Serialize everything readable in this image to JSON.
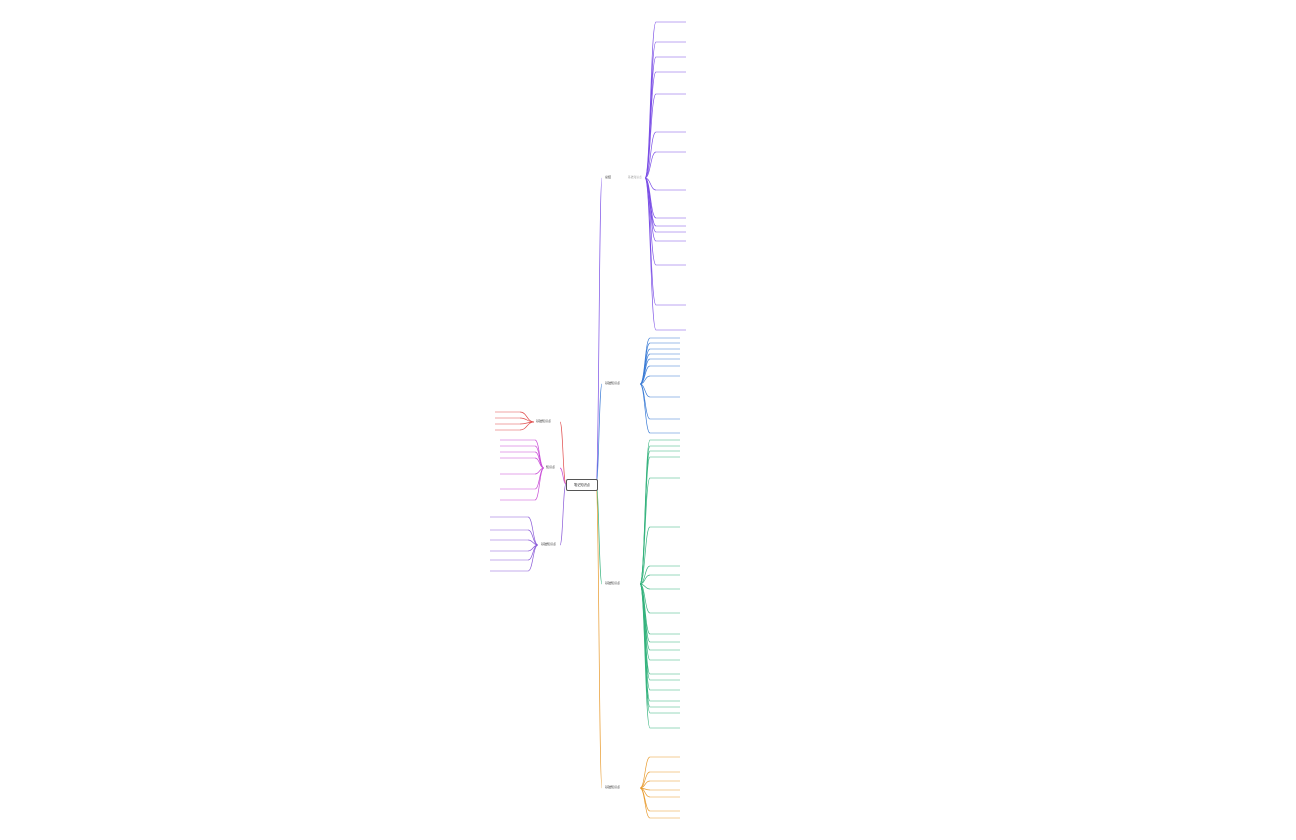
{
  "root_label": "笔记知识点",
  "colors": {
    "purple": "#7b4fe6",
    "blue": "#3a7bd5",
    "green": "#36b37e",
    "orange": "#e89a2c",
    "red": "#e04b4b",
    "magenta": "#c84bd6",
    "violet": "#8a5ad8",
    "grey": "#999999"
  },
  "branches": {
    "right_1": {
      "label": "总结",
      "sub": "基础知识点"
    },
    "right_2": {
      "label": "基础知识点",
      "sub": ""
    },
    "right_3": {
      "label": "基础知识点",
      "sub": ""
    },
    "right_4": {
      "label": "基础知识点",
      "sub": ""
    },
    "left_1": {
      "label": "基础知识点"
    },
    "left_2": {
      "label": "知识点"
    },
    "left_3": {
      "label": "基础知识点"
    }
  }
}
